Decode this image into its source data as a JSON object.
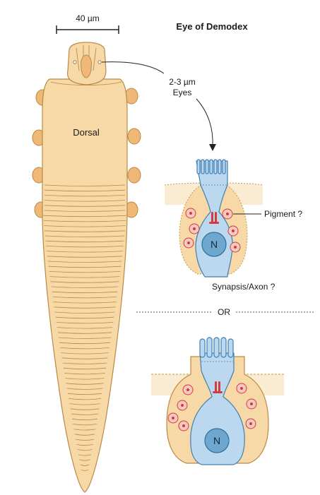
{
  "title": "Eye of Demodex",
  "scale_bar": "40 µm",
  "labels": {
    "dorsal": "Dorsal",
    "eyes_size": "2-3 µm",
    "eyes": "Eyes",
    "pigment": "Pigment ?",
    "synapsis": "Synapsis/Axon ?",
    "or": "OR",
    "nucleus": "N"
  },
  "colors": {
    "body_fill": "#f6d9a6",
    "body_stroke": "#b98a45",
    "leg_fill": "#efb877",
    "cell_fill": "#bcd8ee",
    "cell_stroke": "#3f7fb5",
    "nucleus_fill": "#6fa8cf",
    "pigment_red": "#d23c3c",
    "pigment_cell_fill": "#f3c9c0"
  }
}
